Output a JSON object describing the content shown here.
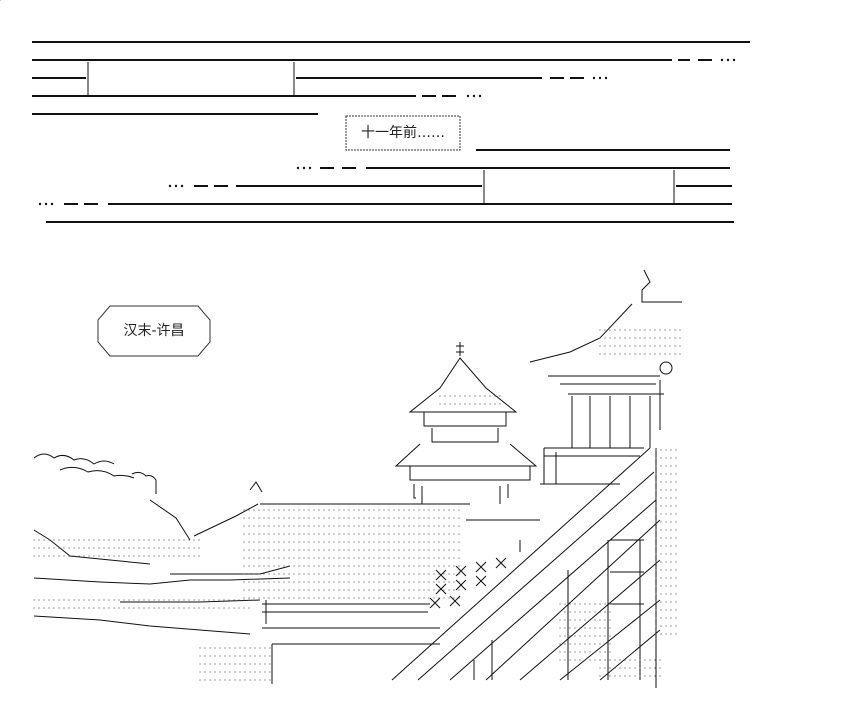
{
  "scene": {
    "caption_top": "十一年前……",
    "caption_place": "汉末-许昌",
    "ink_color": "#111111",
    "fill_color": "#ffffff",
    "art_elements": [
      "pagoda-tower",
      "palace-hall",
      "city-wall",
      "tiled-roofs",
      "stone-stairway",
      "trees"
    ]
  }
}
